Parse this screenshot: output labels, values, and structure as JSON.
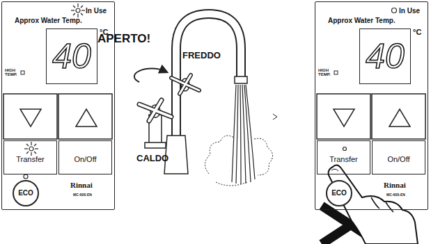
{
  "diagram": {
    "nodes": [
      {
        "text": [
          "In Use",
          "Approx Water Temp.",
          "°C",
          "HIGH TEMP.",
          "Rinnai",
          "MC-60S-EN"
        ]
      },
      {
        "text": [
          "40"
        ],
        "in": 0
      },
      {
        "text": [
          "Transfer"
        ],
        "in": 0
      },
      {
        "text": [
          "On/Off"
        ],
        "in": 0
      },
      {
        "text": [
          "ECO"
        ],
        "in": 0
      },
      {
        "text": [
          "In Use",
          "Approx Water Temp.",
          "°C",
          "HIGH TEMP.",
          "Rinnai",
          "MC-60S-EN"
        ]
      },
      {
        "text": [
          "40"
        ],
        "in": 5
      },
      {
        "text": [
          "Transfer"
        ],
        "in": 5
      },
      {
        "text": [
          "On/Off"
        ],
        "in": 5
      },
      {
        "text": [
          "ECO"
        ],
        "in": 5
      }
    ],
    "labels": [
      "APERTO!",
      "FREDDO",
      "CALDO"
    ]
  }
}
